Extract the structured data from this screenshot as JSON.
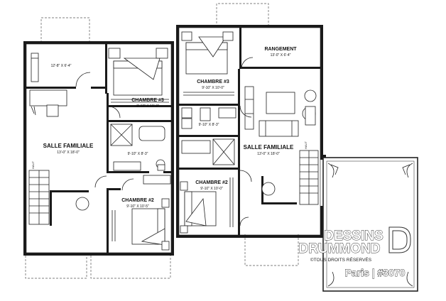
{
  "rooms": {
    "left_storage_dim": "12'-8\" X 6'-4\"",
    "left_bedroom3_name": "CHAMBRE #3",
    "left_bedroom3_dim": "9'-10\" X 10'-0\"",
    "left_family_name": "SALLE FAMILIALE",
    "left_family_dim": "13'-0\" X 18'-0\"",
    "left_bath_dim": "9'-10\" X 8'-3\"",
    "left_bedroom2_name": "CHAMBRE #2",
    "left_bedroom2_dim": "9'-10\" X 10'-5\"",
    "right_bedroom3_name": "CHAMBRE #3",
    "right_bedroom3_dim": "9'-10\" X 10'-0\"",
    "right_storage_name": "RANGEMENT",
    "right_storage_dim": "13'-0\" X 6'-4\"",
    "right_bath_dim": "9'-10\" X 8'-3\"",
    "right_family_name": "SALLE FAMILIALE",
    "right_family_dim": "13'-0\" X 18'-0\"",
    "right_bedroom2_name": "CHAMBRE #2",
    "right_bedroom2_dim": "9'-10\" X 10'-0\""
  },
  "stairs": {
    "left_label": "HAUT",
    "right_label": "HAUT"
  },
  "branding": {
    "line1": "DESSINS",
    "line2": "DRUMMOND",
    "rights": "©TOUS DROITS RÉSERVÉS",
    "plan_name": "Paris | #3070"
  }
}
